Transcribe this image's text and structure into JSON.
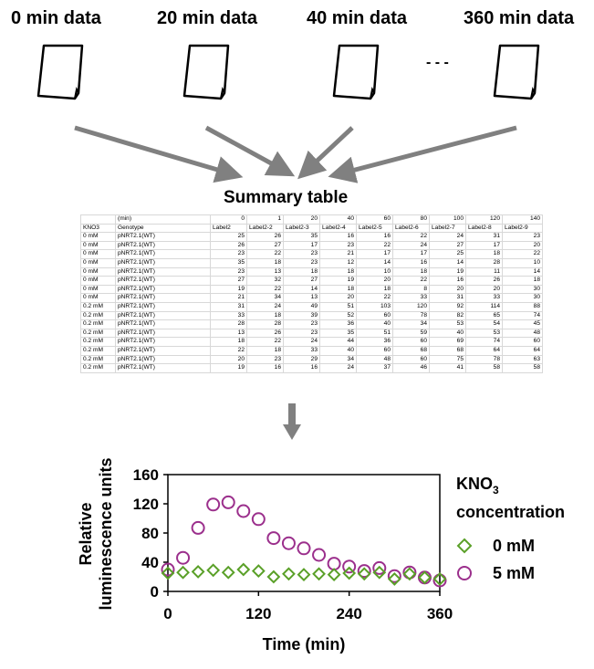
{
  "files": {
    "labels": [
      "0 min data",
      "20 min data",
      "40 min data",
      "360 min data"
    ],
    "ellipsis": "- - -",
    "icon": "document-icon"
  },
  "summary": {
    "title": "Summary table",
    "header_row_1": [
      "",
      "(min)",
      "0",
      "1",
      "20",
      "40",
      "60",
      "80",
      "100",
      "120",
      "140"
    ],
    "header_row_2": [
      "KNO3",
      "Genotype",
      "Label2",
      "Label2-2",
      "Label2-3",
      "Label2-4",
      "Label2-5",
      "Label2-6",
      "Label2-7",
      "Label2-8",
      "Label2-9"
    ],
    "rows": [
      [
        "0 mM",
        "pNRT2.1(WT)",
        "25",
        "26",
        "35",
        "16",
        "16",
        "22",
        "24",
        "31",
        "23"
      ],
      [
        "0 mM",
        "pNRT2.1(WT)",
        "26",
        "27",
        "17",
        "23",
        "22",
        "24",
        "27",
        "17",
        "20"
      ],
      [
        "0 mM",
        "pNRT2.1(WT)",
        "23",
        "22",
        "23",
        "21",
        "17",
        "17",
        "25",
        "18",
        "22"
      ],
      [
        "0 mM",
        "pNRT2.1(WT)",
        "35",
        "18",
        "23",
        "12",
        "14",
        "16",
        "14",
        "28",
        "10"
      ],
      [
        "0 mM",
        "pNRT2.1(WT)",
        "23",
        "13",
        "18",
        "18",
        "10",
        "18",
        "19",
        "11",
        "14"
      ],
      [
        "0 mM",
        "pNRT2.1(WT)",
        "27",
        "32",
        "27",
        "19",
        "20",
        "22",
        "16",
        "26",
        "18"
      ],
      [
        "0 mM",
        "pNRT2.1(WT)",
        "19",
        "22",
        "14",
        "18",
        "18",
        "8",
        "20",
        "20",
        "30"
      ],
      [
        "0 mM",
        "pNRT2.1(WT)",
        "21",
        "34",
        "13",
        "20",
        "22",
        "33",
        "31",
        "33",
        "30"
      ],
      [
        "0.2 mM",
        "pNRT2.1(WT)",
        "31",
        "24",
        "49",
        "51",
        "103",
        "120",
        "92",
        "114",
        "88"
      ],
      [
        "0.2 mM",
        "pNRT2.1(WT)",
        "33",
        "18",
        "39",
        "52",
        "60",
        "78",
        "82",
        "65",
        "74"
      ],
      [
        "0.2 mM",
        "pNRT2.1(WT)",
        "28",
        "28",
        "23",
        "36",
        "40",
        "34",
        "53",
        "54",
        "45"
      ],
      [
        "0.2 mM",
        "pNRT2.1(WT)",
        "13",
        "26",
        "23",
        "35",
        "51",
        "59",
        "40",
        "53",
        "48"
      ],
      [
        "0.2 mM",
        "pNRT2.1(WT)",
        "18",
        "22",
        "24",
        "44",
        "36",
        "60",
        "69",
        "74",
        "60"
      ],
      [
        "0.2 mM",
        "pNRT2.1(WT)",
        "22",
        "18",
        "33",
        "40",
        "60",
        "68",
        "68",
        "64",
        "64"
      ],
      [
        "0.2 mM",
        "pNRT2.1(WT)",
        "20",
        "23",
        "29",
        "34",
        "48",
        "60",
        "75",
        "78",
        "63"
      ],
      [
        "0.2 mM",
        "pNRT2.1(WT)",
        "19",
        "16",
        "16",
        "24",
        "37",
        "46",
        "41",
        "58",
        "58"
      ]
    ]
  },
  "colors": {
    "arrow": "#808080",
    "series_0mM": "#5aa028",
    "series_5mM": "#9b2f8c",
    "axis": "#000000",
    "grid_border": "#d8d8d8"
  },
  "chart_data": {
    "type": "scatter",
    "xlabel": "Time (min)",
    "ylabel": "Relative luminescence units",
    "xlim": [
      0,
      360
    ],
    "ylim": [
      0,
      160
    ],
    "xticks": [
      0,
      120,
      240,
      360
    ],
    "yticks": [
      0,
      40,
      80,
      120,
      160
    ],
    "legend_title": "KNO3 concentration",
    "legend_title_main": "KNO",
    "legend_title_sub": "3",
    "legend_title_line2": "concentration",
    "legend_position": "right",
    "series": [
      {
        "name": "0 mM",
        "marker": "diamond",
        "x": [
          0,
          20,
          40,
          60,
          80,
          100,
          120,
          140,
          160,
          180,
          200,
          220,
          240,
          260,
          280,
          300,
          320,
          340,
          360
        ],
        "y": [
          25,
          26,
          27,
          29,
          26,
          30,
          28,
          20,
          24,
          23,
          24,
          23,
          25,
          24,
          26,
          17,
          24,
          19,
          17
        ]
      },
      {
        "name": "5 mM",
        "marker": "circle",
        "x": [
          0,
          20,
          40,
          60,
          80,
          100,
          120,
          140,
          160,
          180,
          200,
          220,
          240,
          260,
          280,
          300,
          320,
          340,
          360
        ],
        "y": [
          30,
          46,
          87,
          119,
          122,
          110,
          99,
          73,
          66,
          59,
          50,
          38,
          34,
          28,
          32,
          21,
          26,
          19,
          15
        ]
      }
    ]
  }
}
